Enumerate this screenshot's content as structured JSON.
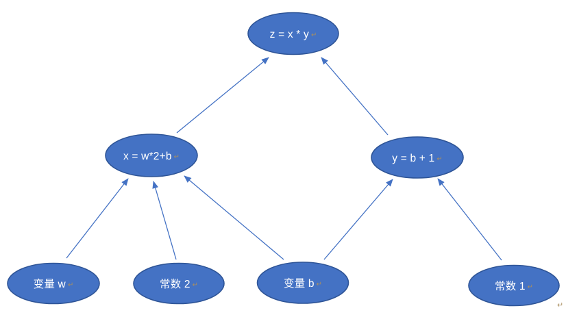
{
  "diagram": {
    "title": "computation-graph",
    "colors": {
      "node_fill": "#4472C4",
      "node_border": "#2F5597",
      "arrow": "#4472C4",
      "label": "#FFFFFF",
      "return_mark": "#A98E5F",
      "background": "#FFFFFF"
    },
    "return_mark": "↵",
    "trailing_paragraph_mark": "↵",
    "nodes": [
      {
        "id": "z",
        "label": "z = x * y"
      },
      {
        "id": "x",
        "label": "x = w*2+b"
      },
      {
        "id": "y",
        "label": "y = b + 1"
      },
      {
        "id": "var-w",
        "label": "变量 w"
      },
      {
        "id": "const-2",
        "label": "常数 2"
      },
      {
        "id": "var-b",
        "label": "变量 b"
      },
      {
        "id": "const-1",
        "label": "常数 1"
      }
    ],
    "edges": [
      {
        "from": "var-w",
        "to": "x"
      },
      {
        "from": "const-2",
        "to": "x"
      },
      {
        "from": "var-b",
        "to": "x"
      },
      {
        "from": "var-b",
        "to": "y"
      },
      {
        "from": "const-1",
        "to": "y"
      },
      {
        "from": "x",
        "to": "z"
      },
      {
        "from": "y",
        "to": "z"
      }
    ]
  }
}
